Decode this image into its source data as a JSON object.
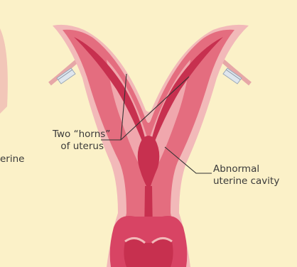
{
  "labels": {
    "two_horns_line1": "Two “horns”",
    "two_horns_line2": "of uterus",
    "abnormal_line1": "Abnormal",
    "abnormal_line2": "uterine cavity",
    "left_cut": "erine"
  },
  "colors": {
    "background": "#fbf1c8",
    "tissue_outer": "#f2b9b9",
    "tissue_wall": "#df5d72",
    "cavity": "#c7304f",
    "leader_line": "#333333"
  }
}
